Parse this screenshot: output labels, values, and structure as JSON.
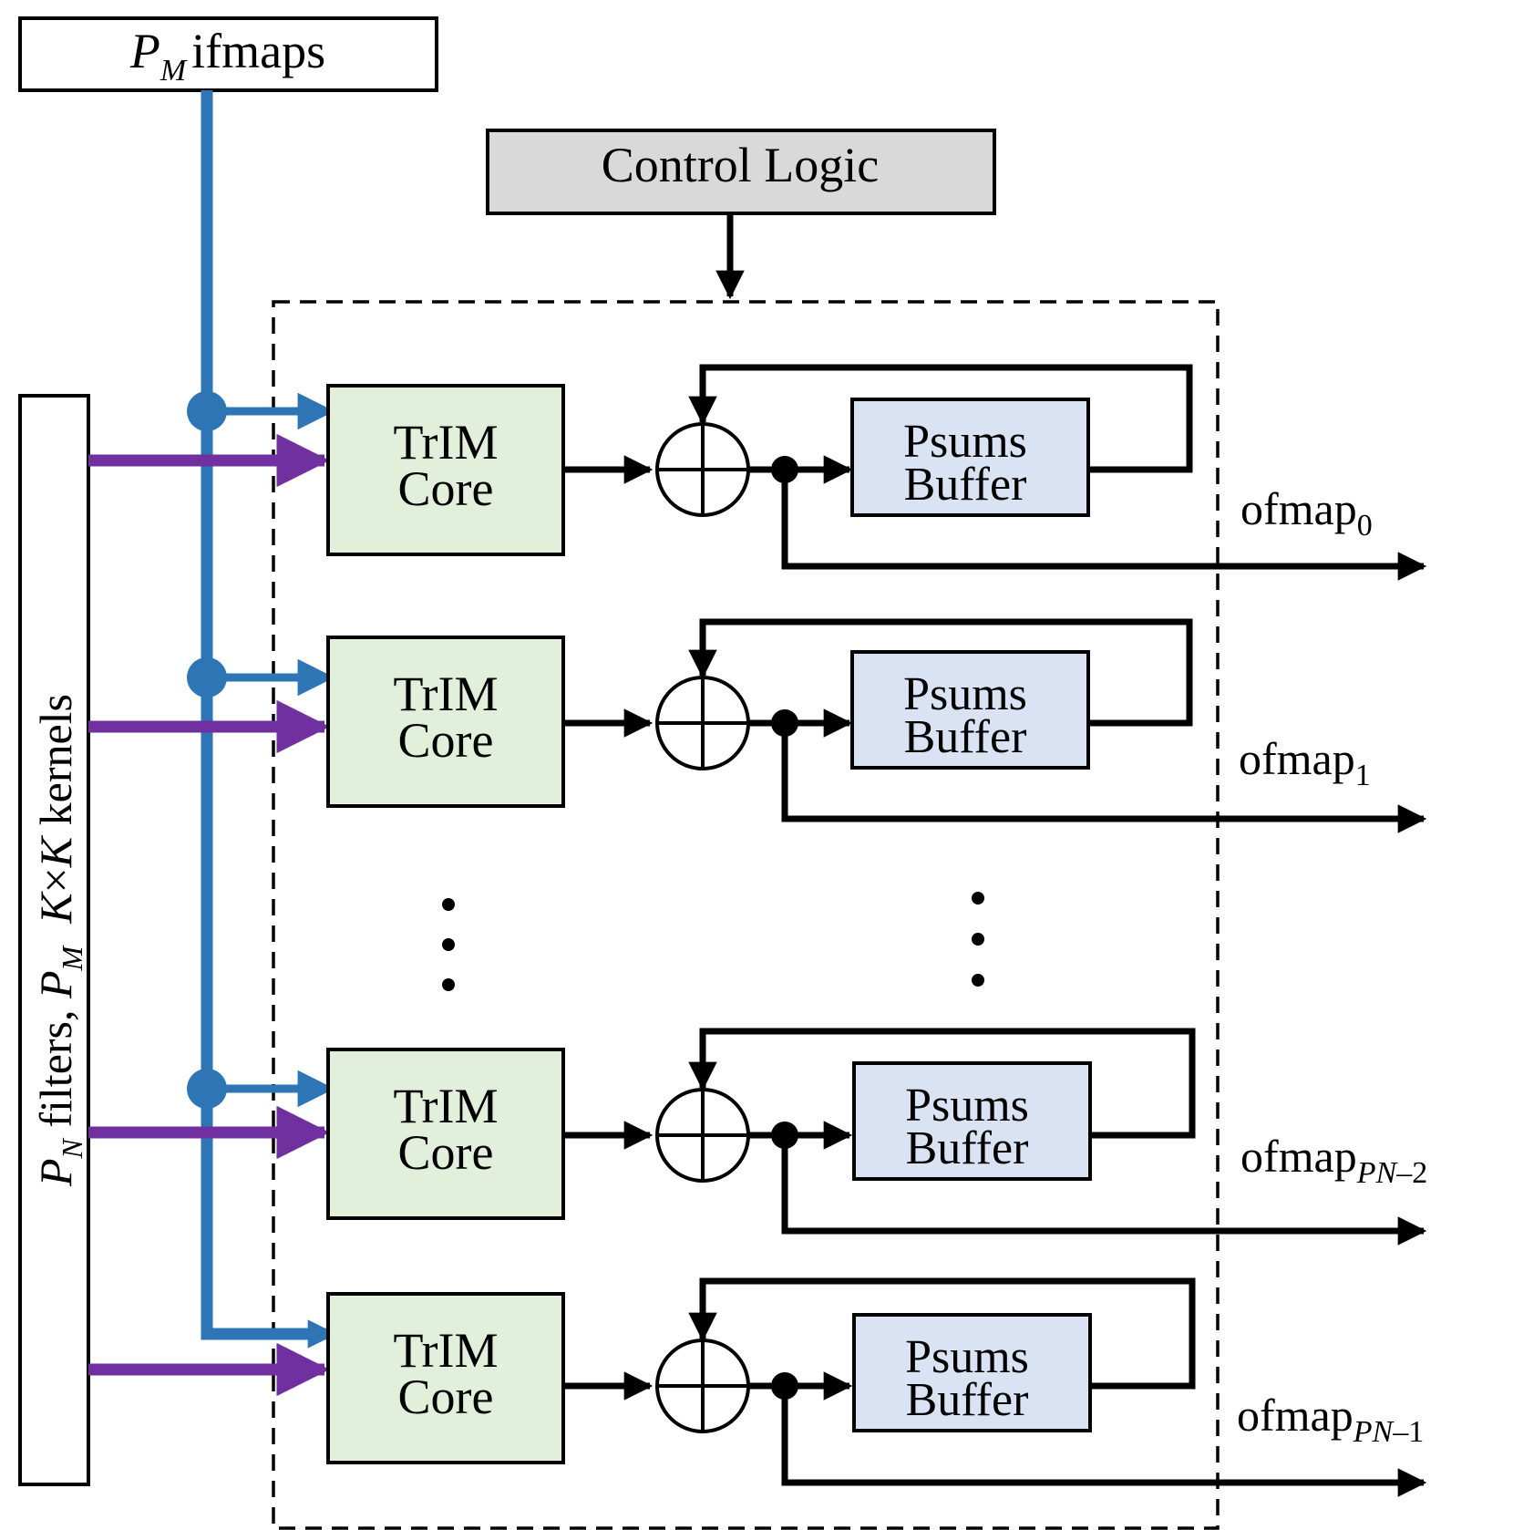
{
  "ifmaps_box": {
    "var": "P",
    "sub": "M",
    "text": "ifmaps"
  },
  "filters_box": {
    "p1": "P",
    "s1": "N",
    "t1": " filters, ",
    "p2": "P",
    "s2": "M",
    "t2": "  ",
    "k1": "K",
    "x": "×",
    "k2": "K",
    "t3": " kernels"
  },
  "control_logic": "Control Logic",
  "rows": [
    {
      "core": [
        "TrIM",
        "Core"
      ],
      "buffer": [
        "Psums",
        "Buffer"
      ],
      "out": "ofmap",
      "sub": "0"
    },
    {
      "core": [
        "TrIM",
        "Core"
      ],
      "buffer": [
        "Psums",
        "Buffer"
      ],
      "out": "ofmap",
      "sub": "1"
    },
    {
      "core": [
        "TrIM",
        "Core"
      ],
      "buffer": [
        "Psums",
        "Buffer"
      ],
      "out": "ofmap",
      "sub": "PN–2"
    },
    {
      "core": [
        "TrIM",
        "Core"
      ],
      "buffer": [
        "Psums",
        "Buffer"
      ],
      "out": "ofmap",
      "sub": "PN–1"
    }
  ],
  "colors": {
    "ifmap_line": "#2E75B6",
    "filter_line": "#7030A0",
    "core_fill": "#E2EFDA",
    "buffer_fill": "#DAE3F3",
    "control_fill": "#D9D9D9"
  }
}
